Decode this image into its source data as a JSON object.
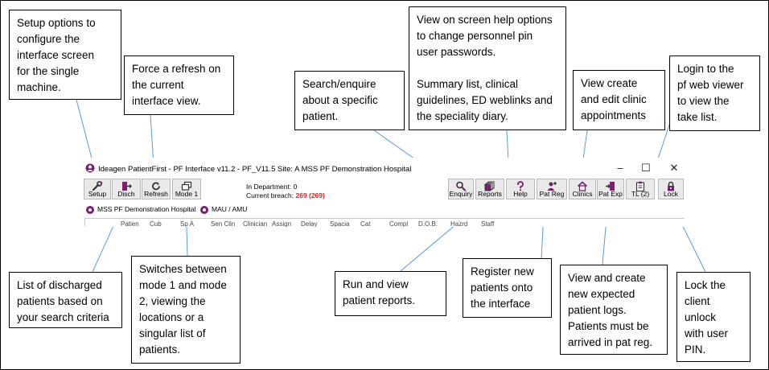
{
  "callouts": {
    "setup": "Setup options to\nconfigure the\ninterface screen\nfor the single\nmachine.",
    "refresh": "Force a refresh on\nthe current\ninterface view.",
    "enquiry": "Search/enquire\nabout a specific\npatient.",
    "help": "View on screen help options\nto change personnel pin\nuser passwords.\n\nSummary list, clinical\nguidelines, ED weblinks and\nthe speciality diary.",
    "clinics": "View create\nand edit clinic\nappointments",
    "tl": "Login to the\npf web viewer\nto view the\ntake list.",
    "disch": "List of discharged\npatients based on\nyour search criteria",
    "mode": "Switches between\nmode 1 and mode\n2, viewing the\nlocations or a\nsingular list of\npatients.",
    "reports": "Run and view\npatient reports.",
    "patreg": "Register new\npatients onto\nthe interface",
    "patexp": "View and create\nnew expected\npatient logs.\nPatients must be\narrived in pat reg.",
    "lock": "Lock the\nclient\nunlock\nwith user\nPIN."
  },
  "app": {
    "title": "Ideagen PatientFirst - PF Interface v11.2 - PF_V11.5 Site:  A    MSS PF  Demonstration  Hospital",
    "window_controls": {
      "minimize": "–",
      "maximize": "☐",
      "close": "✕"
    },
    "toolbar": {
      "setup": "Setup",
      "disch": "Disch",
      "refresh": "Refresh",
      "mode": "Mode 1",
      "enquiry": "Enquiry",
      "reports": "Reports",
      "help": "Help",
      "patreg": "Pat Reg",
      "clinics": "Clinics",
      "patexp": "Pat Exp",
      "tl": "TL (2)",
      "lock": "Lock"
    },
    "in_department_label": "In Department:",
    "in_department_value": "0",
    "current_breach_label": "Current breach:",
    "current_breach_value": "269 (269)",
    "tabs": [
      "MSS PF  Demonstration  Hospital",
      "MAU / AMU"
    ],
    "columns": [
      "Patien",
      "Cub",
      "Sp A",
      "Sen Clin",
      "Clinician",
      "Assign",
      "Delay",
      "Spacia",
      "Cat",
      "Compl",
      "D.O.B.",
      "Hazrd",
      "Staff"
    ]
  },
  "colors": {
    "accent": "#7a1f6e",
    "breach": "#e02020",
    "arrow": "#5b9bd5",
    "button_bg": "#e9e9e9"
  },
  "icons": {
    "setup": "wrench-icon",
    "disch": "exit-door-icon",
    "refresh": "refresh-icon",
    "mode": "windows-icon",
    "enquiry": "magnifier-icon",
    "reports": "stacked-pages-icon",
    "help": "question-icon",
    "patreg": "add-person-icon",
    "clinics": "house-icon",
    "patexp": "door-arrow-icon",
    "tl": "clipboard-icon",
    "lock": "padlock-icon"
  }
}
